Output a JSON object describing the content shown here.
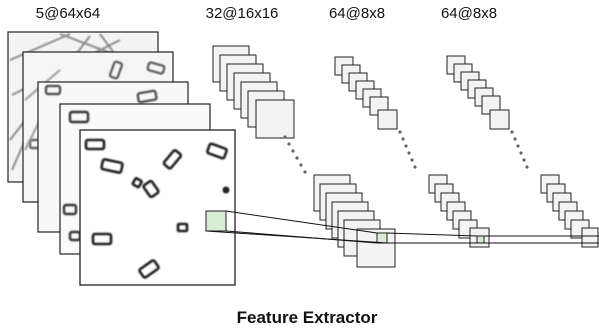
{
  "title": "Feature Extractor",
  "layers": [
    {
      "label": "5@64x64",
      "maps": 5
    },
    {
      "label": "32@16x16",
      "maps": 32
    },
    {
      "label": "64@8x8",
      "maps": 64
    },
    {
      "label": "64@8x8",
      "maps": 64
    }
  ],
  "colors": {
    "map_fill": "#f3f3f3",
    "map_stroke": "#222222",
    "window_fill": "#d8ecd4",
    "dots": "#666666",
    "text": "#111111"
  }
}
